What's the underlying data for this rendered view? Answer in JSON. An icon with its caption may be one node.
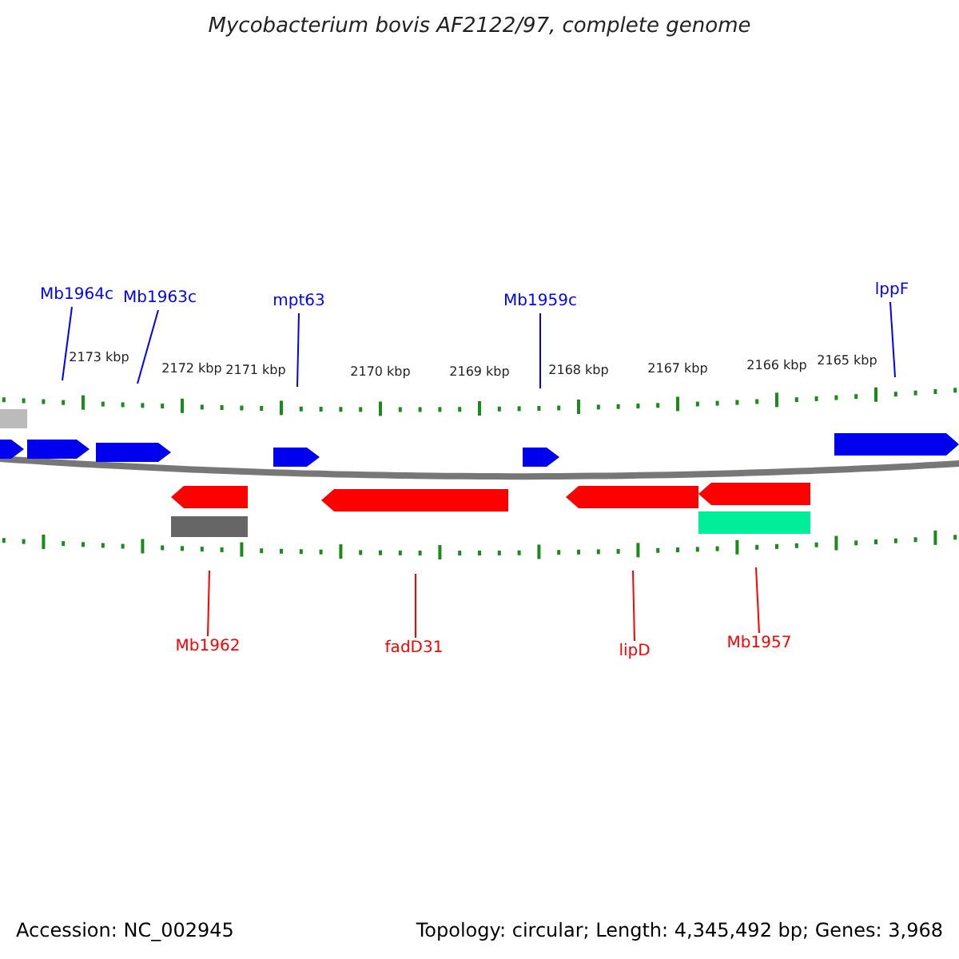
{
  "diagram": {
    "title": "Mycobacterium bovis AF2122/97, complete genome",
    "nodes": [
      {
        "text": [
          "Mb1964c"
        ]
      },
      {
        "text": [
          "Mb1963c"
        ]
      },
      {
        "text": [
          "mpt63"
        ]
      },
      {
        "text": [
          "Mb1959c"
        ]
      },
      {
        "text": [
          "lppF"
        ]
      },
      {
        "text": [
          "Mb1962"
        ]
      },
      {
        "text": [
          "fadD31"
        ]
      },
      {
        "text": [
          "lipD"
        ]
      },
      {
        "text": [
          "Mb1957"
        ]
      }
    ],
    "edges": [
      {
        "from": 0,
        "to": null,
        "arrow": "none"
      },
      {
        "from": 1,
        "to": null,
        "arrow": "none"
      },
      {
        "from": 2,
        "to": null,
        "arrow": "none"
      },
      {
        "from": 3,
        "to": null,
        "arrow": "none"
      },
      {
        "from": 4,
        "to": null,
        "arrow": "none"
      },
      {
        "from": 5,
        "to": null,
        "arrow": "none",
        "color": "#ff0000"
      },
      {
        "from": 6,
        "to": null,
        "arrow": "none",
        "color": "#ff0000"
      },
      {
        "from": 7,
        "to": null,
        "arrow": "none",
        "color": "#ff0000"
      },
      {
        "from": 8,
        "to": null,
        "arrow": "none",
        "color": "#ff0000"
      }
    ],
    "labels": [
      "2173 kbp",
      "2172 kbp",
      "2171 kbp",
      "2170 kbp",
      "2169 kbp",
      "2168 kbp",
      "2167 kbp",
      "2166 kbp",
      "2165 kbp",
      "Accession: NC_002945",
      "Topology: circular; Length: 4,345,492 bp; Genes: 3,968"
    ]
  }
}
